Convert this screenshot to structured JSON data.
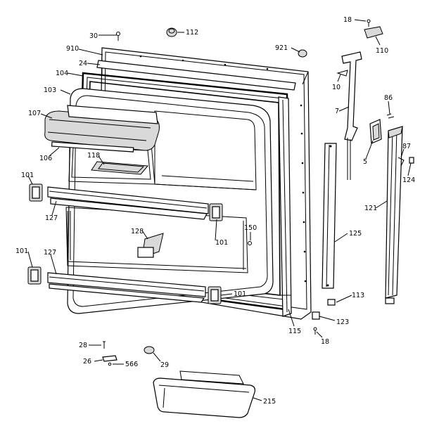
{
  "diagram": {
    "parts": [
      {
        "id": "p18a",
        "label": "18"
      },
      {
        "id": "p30",
        "label": "30"
      },
      {
        "id": "p112",
        "label": "112"
      },
      {
        "id": "p110",
        "label": "110"
      },
      {
        "id": "p910",
        "label": "910"
      },
      {
        "id": "p921",
        "label": "921"
      },
      {
        "id": "p24",
        "label": "24"
      },
      {
        "id": "p104",
        "label": "104"
      },
      {
        "id": "p10",
        "label": "10"
      },
      {
        "id": "p103",
        "label": "103"
      },
      {
        "id": "p86",
        "label": "86"
      },
      {
        "id": "p7",
        "label": "7"
      },
      {
        "id": "p107",
        "label": "107"
      },
      {
        "id": "p106",
        "label": "106"
      },
      {
        "id": "p118",
        "label": "118"
      },
      {
        "id": "p5",
        "label": "5"
      },
      {
        "id": "p87",
        "label": "87"
      },
      {
        "id": "p124",
        "label": "124"
      },
      {
        "id": "p101a",
        "label": "101"
      },
      {
        "id": "p127a",
        "label": "127"
      },
      {
        "id": "p121",
        "label": "121"
      },
      {
        "id": "p101b",
        "label": "101"
      },
      {
        "id": "p128",
        "label": "128"
      },
      {
        "id": "p150",
        "label": "150"
      },
      {
        "id": "p125",
        "label": "125"
      },
      {
        "id": "p101c",
        "label": "101"
      },
      {
        "id": "p127b",
        "label": "127"
      },
      {
        "id": "p101d",
        "label": "101"
      },
      {
        "id": "p113",
        "label": "113"
      },
      {
        "id": "p123",
        "label": "123"
      },
      {
        "id": "p115",
        "label": "115"
      },
      {
        "id": "p18b",
        "label": "18"
      },
      {
        "id": "p28",
        "label": "28"
      },
      {
        "id": "p26",
        "label": "26"
      },
      {
        "id": "p566",
        "label": "566"
      },
      {
        "id": "p29",
        "label": "29"
      },
      {
        "id": "p215",
        "label": "215"
      }
    ]
  }
}
